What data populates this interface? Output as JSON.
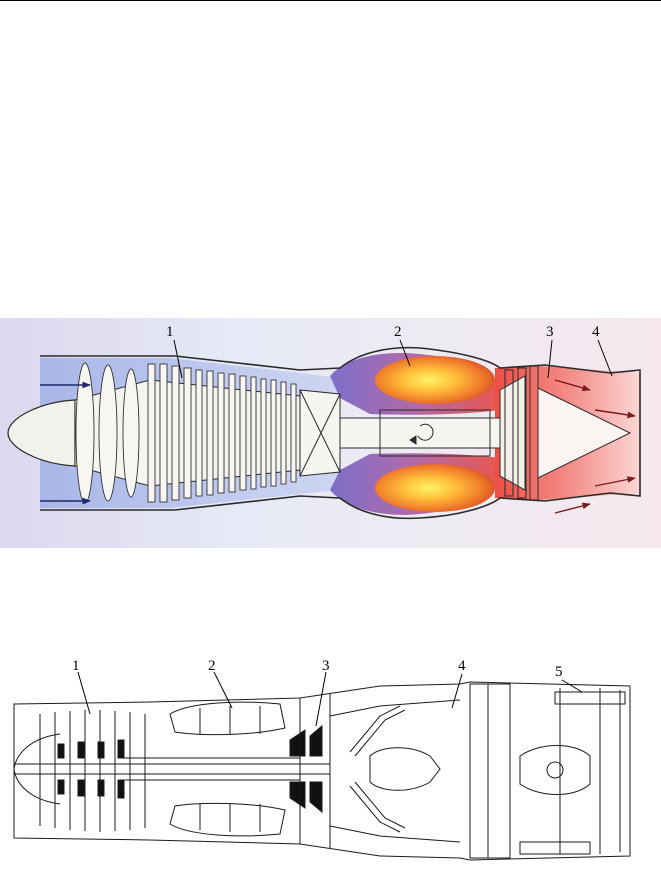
{
  "figure1": {
    "labels": [
      "1",
      "2",
      "3",
      "4"
    ],
    "colors": {
      "cold": "#c7cfee",
      "compressor": "#b9c6f0",
      "combustor_hot": "#f4a32a",
      "flame": "#ffd24a",
      "exhaust": "#f26a5a",
      "metal": "#f3f1ec",
      "outline": "#2a2a2a"
    }
  },
  "figure2": {
    "labels": [
      "1",
      "2",
      "3",
      "4",
      "5"
    ]
  }
}
